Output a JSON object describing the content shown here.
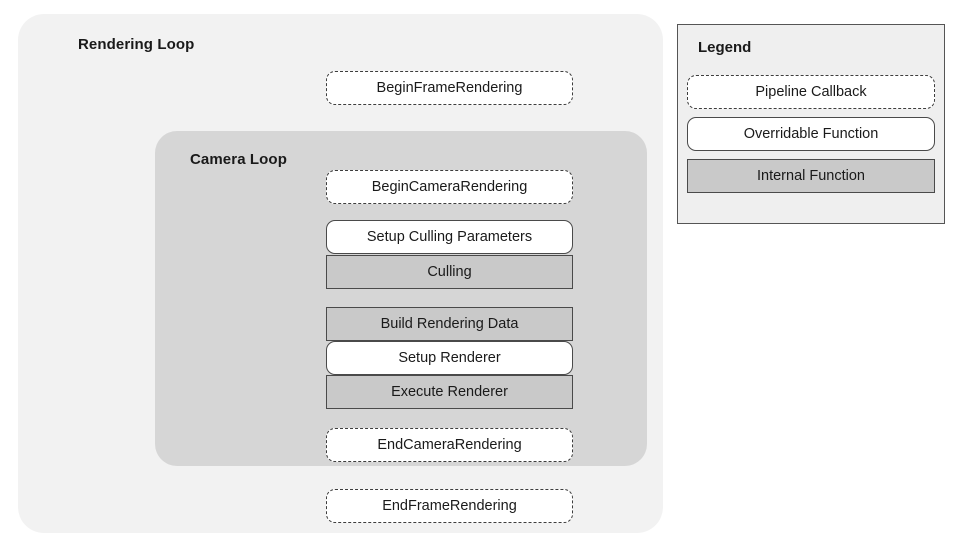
{
  "diagram": {
    "title": "Rendering Loop",
    "type": "nested-flow",
    "outer_container": {
      "label": "Rendering Loop",
      "fill": "#f2f2f2"
    },
    "inner_container": {
      "label": "Camera Loop",
      "fill": "#d6d6d6"
    },
    "node_kinds": {
      "callback": "Pipeline Callback",
      "overridable": "Overridable Function",
      "internal": "Internal Function"
    },
    "nodes": [
      {
        "id": "begin-frame",
        "label": "BeginFrameRendering",
        "kind": "callback",
        "scope": "rendering-loop"
      },
      {
        "id": "begin-camera",
        "label": "BeginCameraRendering",
        "kind": "callback",
        "scope": "camera-loop"
      },
      {
        "id": "setup-culling",
        "label": "Setup Culling Parameters",
        "kind": "overridable",
        "scope": "camera-loop"
      },
      {
        "id": "culling",
        "label": "Culling",
        "kind": "internal",
        "scope": "camera-loop"
      },
      {
        "id": "build-rendering",
        "label": "Build Rendering Data",
        "kind": "internal",
        "scope": "camera-loop"
      },
      {
        "id": "setup-renderer",
        "label": "Setup Renderer",
        "kind": "overridable",
        "scope": "camera-loop"
      },
      {
        "id": "execute-renderer",
        "label": "Execute Renderer",
        "kind": "internal",
        "scope": "camera-loop"
      },
      {
        "id": "end-camera",
        "label": "EndCameraRendering",
        "kind": "callback",
        "scope": "camera-loop"
      },
      {
        "id": "end-frame",
        "label": "EndFrameRendering",
        "kind": "callback",
        "scope": "rendering-loop"
      }
    ]
  },
  "legend": {
    "title": "Legend",
    "items": [
      {
        "id": "callback",
        "label": "Pipeline Callback",
        "kind": "callback"
      },
      {
        "id": "overridable",
        "label": "Overridable Function",
        "kind": "overridable"
      },
      {
        "id": "internal",
        "label": "Internal Function",
        "kind": "internal"
      }
    ]
  },
  "colors": {
    "outer_fill": "#f2f2f2",
    "inner_fill": "#d6d6d6",
    "internal_fill": "#c9c9c9",
    "box_fill": "#ffffff",
    "stroke": "#4a4a4a",
    "text": "#1a1a1a",
    "legend_fill": "#efefef"
  }
}
